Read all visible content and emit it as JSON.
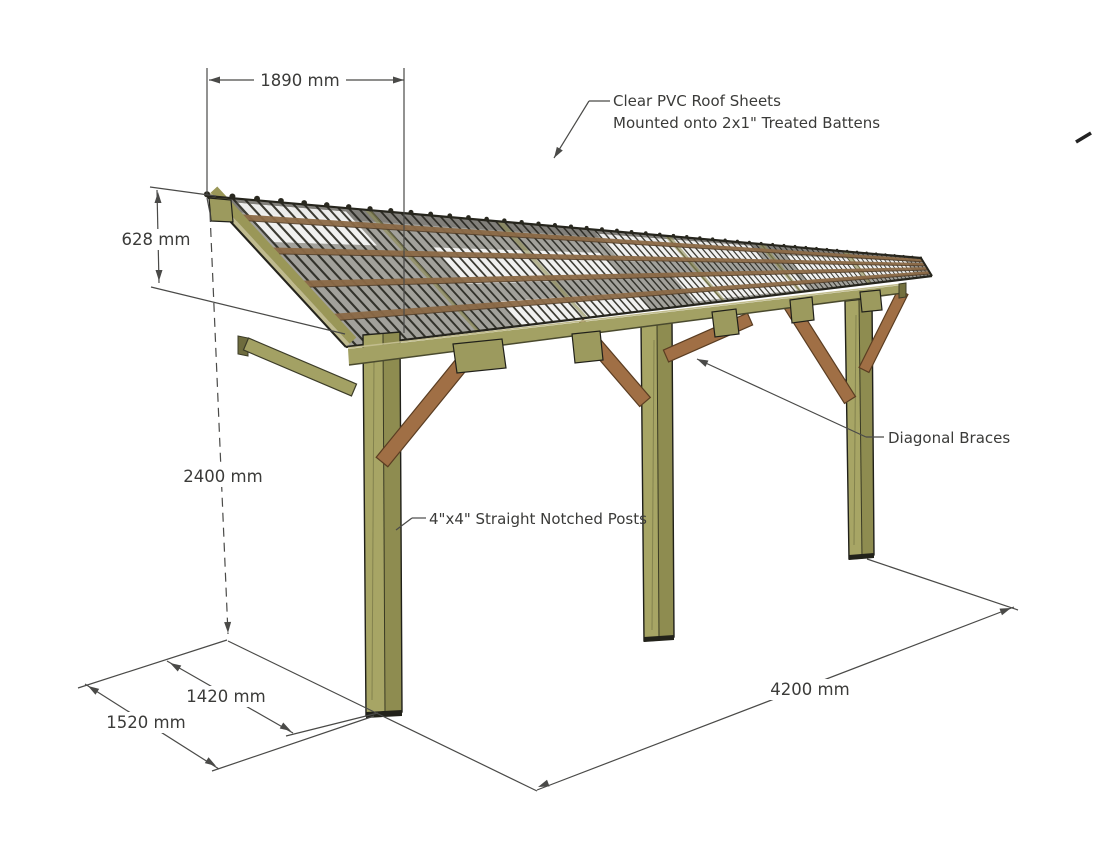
{
  "diagram": {
    "title": "Lean-to carport construction diagram",
    "dimensions": {
      "roof_top_width": "1890 mm",
      "roof_drop": "628 mm",
      "post_height": "2400 mm",
      "depth_inner": "1420 mm",
      "depth_outer": "1520 mm",
      "length": "4200 mm"
    },
    "annotations": {
      "roof_line1": "Clear PVC Roof Sheets",
      "roof_line2": "Mounted onto 2x1\" Treated Battens",
      "braces": "Diagonal Braces",
      "posts": "4\"x4\" Straight Notched Posts"
    },
    "colors": {
      "timber_green": "#a7a565",
      "timber_green_dark": "#8e8c50",
      "timber_outline": "#20201a",
      "beam_green": "#a3a164",
      "beam_shadow": "#6e6c3e",
      "brace_brown": "#a06f45",
      "brace_edge": "#5a3d22",
      "batten_brown": "#8b6946",
      "roof_dark": "#33322a",
      "roof_edge": "#26251d",
      "khaki_edge": "#bfba8e",
      "olive_edge": "#9a9758",
      "dim_line": "#4a4a48",
      "text": "#3b3b39"
    }
  }
}
